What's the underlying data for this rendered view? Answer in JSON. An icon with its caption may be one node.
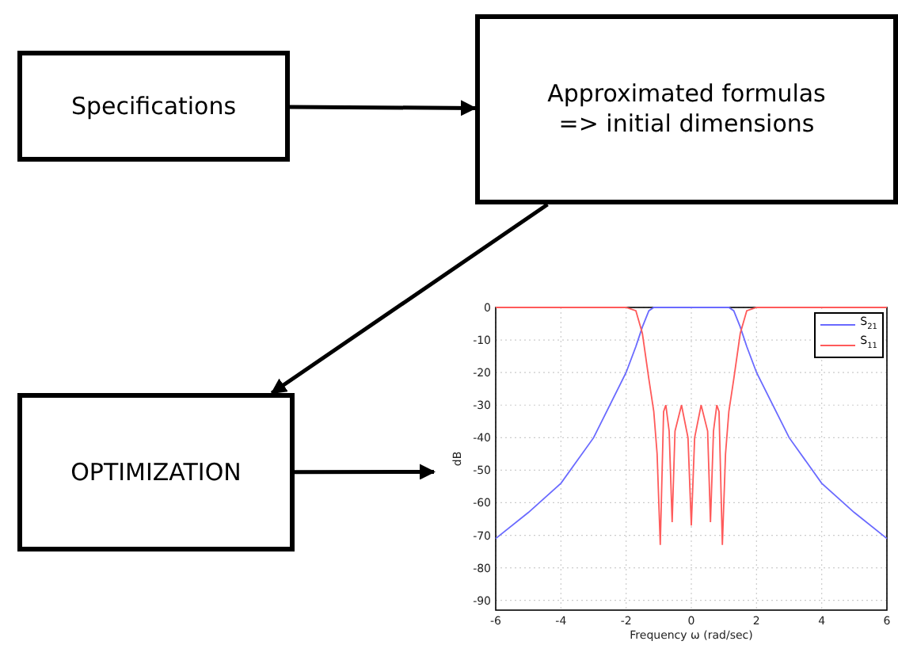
{
  "diagram": {
    "nodes": [
      {
        "text": [
          "Specifications"
        ]
      },
      {
        "text": [
          "Approximated formulas => initial dimensions"
        ]
      },
      {
        "text": [
          "OPTIMIZATION"
        ]
      },
      {
        "text": [],
        "shape": "picture"
      }
    ],
    "edges": [
      {
        "from": 0,
        "to": 1,
        "arrow": "to"
      },
      {
        "from": 1,
        "to": 2,
        "arrow": "to"
      },
      {
        "from": 2,
        "to": 3,
        "arrow": "to"
      }
    ],
    "chart_data": {
      "type": "line",
      "xlabel": "Frequency ω (rad/sec)",
      "ylabel": "dB",
      "x": [
        -6,
        -5,
        -4,
        -3,
        -2,
        -1.7,
        -1.5,
        -1.3,
        -1.15,
        -1.05,
        -0.95,
        -0.85,
        -0.78,
        -0.68,
        -0.59,
        -0.5,
        -0.3,
        -0.1,
        0,
        0.1,
        0.3,
        0.5,
        0.59,
        0.68,
        0.78,
        0.85,
        0.95,
        1.05,
        1.15,
        1.3,
        1.5,
        1.7,
        2,
        3,
        4,
        5,
        6
      ],
      "series": [
        {
          "name": "S$_{21}$",
          "color": "#6a6aff",
          "values": [
            -71,
            -63,
            -54,
            -40,
            -20,
            -12,
            -6,
            -1,
            0,
            0,
            0,
            0,
            0,
            0,
            0,
            0,
            0,
            0,
            0,
            0,
            0,
            0,
            0,
            0,
            0,
            0,
            0,
            0,
            0,
            -1,
            -6,
            -12,
            -20,
            -40,
            -54,
            -63,
            -71
          ]
        },
        {
          "name": "S$_{11}$",
          "color": "#ff5a5a",
          "values": [
            0,
            0,
            0,
            0,
            0,
            -1,
            -8,
            -22,
            -32,
            -45,
            -73,
            -32,
            -30,
            -38,
            -66,
            -38,
            -30,
            -40,
            -67,
            -40,
            -30,
            -38,
            -66,
            -38,
            -30,
            -32,
            -73,
            -45,
            -32,
            -22,
            -8,
            -1,
            0,
            0,
            0,
            0,
            0
          ]
        }
      ],
      "xlim": [
        -6,
        6
      ],
      "ylim": [
        -93,
        0
      ],
      "xticks": [
        -6,
        -4,
        -2,
        0,
        2,
        4,
        6
      ],
      "yticks": [
        0,
        -10,
        -20,
        -30,
        -40,
        -50,
        -60,
        -70,
        -80,
        -90
      ],
      "grid": true,
      "legend": true
    }
  }
}
